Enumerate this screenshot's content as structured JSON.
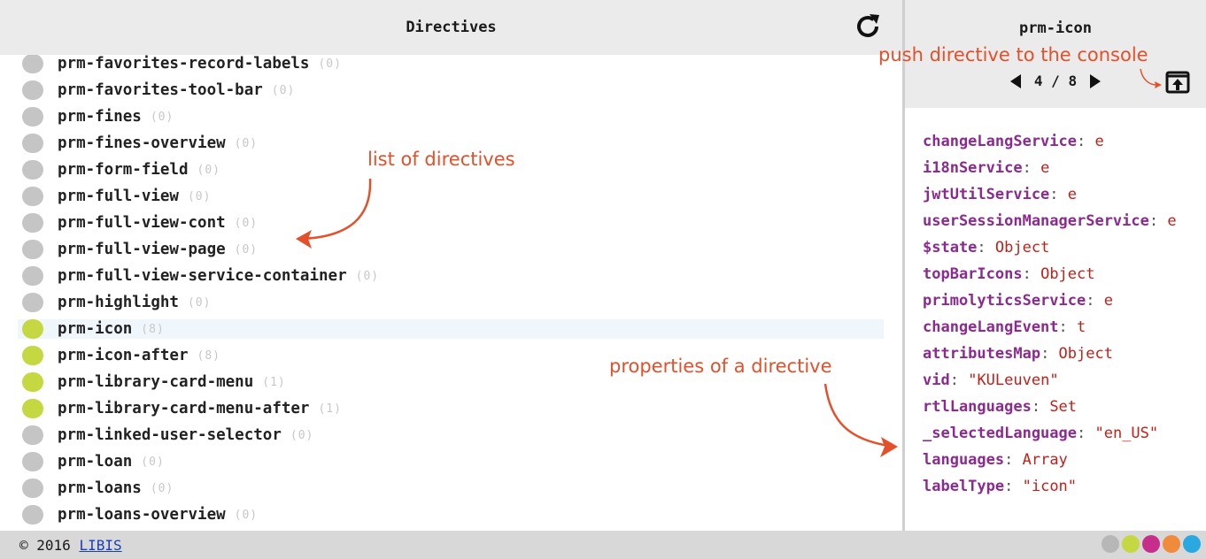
{
  "left_panel": {
    "title": "Directives",
    "directives": [
      {
        "name": "prm-favorites-record-labels",
        "count": "(0)",
        "status": "gray"
      },
      {
        "name": "prm-favorites-tool-bar",
        "count": "(0)",
        "status": "gray"
      },
      {
        "name": "prm-fines",
        "count": "(0)",
        "status": "gray"
      },
      {
        "name": "prm-fines-overview",
        "count": "(0)",
        "status": "gray"
      },
      {
        "name": "prm-form-field",
        "count": "(0)",
        "status": "gray"
      },
      {
        "name": "prm-full-view",
        "count": "(0)",
        "status": "gray"
      },
      {
        "name": "prm-full-view-cont",
        "count": "(0)",
        "status": "gray"
      },
      {
        "name": "prm-full-view-page",
        "count": "(0)",
        "status": "gray"
      },
      {
        "name": "prm-full-view-service-container",
        "count": "(0)",
        "status": "gray"
      },
      {
        "name": "prm-highlight",
        "count": "(0)",
        "status": "gray"
      },
      {
        "name": "prm-icon",
        "count": "(8)",
        "status": "green",
        "selected": true
      },
      {
        "name": "prm-icon-after",
        "count": "(8)",
        "status": "green"
      },
      {
        "name": "prm-library-card-menu",
        "count": "(1)",
        "status": "green"
      },
      {
        "name": "prm-library-card-menu-after",
        "count": "(1)",
        "status": "green"
      },
      {
        "name": "prm-linked-user-selector",
        "count": "(0)",
        "status": "gray"
      },
      {
        "name": "prm-loan",
        "count": "(0)",
        "status": "gray"
      },
      {
        "name": "prm-loans",
        "count": "(0)",
        "status": "gray"
      },
      {
        "name": "prm-loans-overview",
        "count": "(0)",
        "status": "gray"
      }
    ]
  },
  "right_panel": {
    "title": "prm-icon",
    "pager": "4 / 8",
    "properties": [
      {
        "key": "changeLangService",
        "value": "e"
      },
      {
        "key": "i18nService",
        "value": "e"
      },
      {
        "key": "jwtUtilService",
        "value": "e"
      },
      {
        "key": "userSessionManagerService",
        "value": "e"
      },
      {
        "key": "$state",
        "value": "Object"
      },
      {
        "key": "topBarIcons",
        "value": "Object"
      },
      {
        "key": "primolyticsService",
        "value": "e"
      },
      {
        "key": "changeLangEvent",
        "value": "t"
      },
      {
        "key": "attributesMap",
        "value": "Object"
      },
      {
        "key": "vid",
        "value": "\"KULeuven\""
      },
      {
        "key": "rtlLanguages",
        "value": "Set"
      },
      {
        "key": "_selectedLanguage",
        "value": "\"en_US\""
      },
      {
        "key": "languages",
        "value": "Array"
      },
      {
        "key": "labelType",
        "value": "\"icon\""
      }
    ]
  },
  "footer": {
    "copyright": "© 2016",
    "link": "LIBIS",
    "legend_colors": [
      "#b7b7b7",
      "#c6d841",
      "#c72e8b",
      "#f08b3c",
      "#2aa8e0"
    ]
  },
  "annotations": {
    "push": "push directive to the console",
    "list": "list of directives",
    "props": "properties of a directive"
  },
  "icons": {
    "refresh": "refresh-icon",
    "prev": "triangle-left-icon",
    "next": "triangle-right-icon",
    "push": "open-in-new-icon"
  }
}
